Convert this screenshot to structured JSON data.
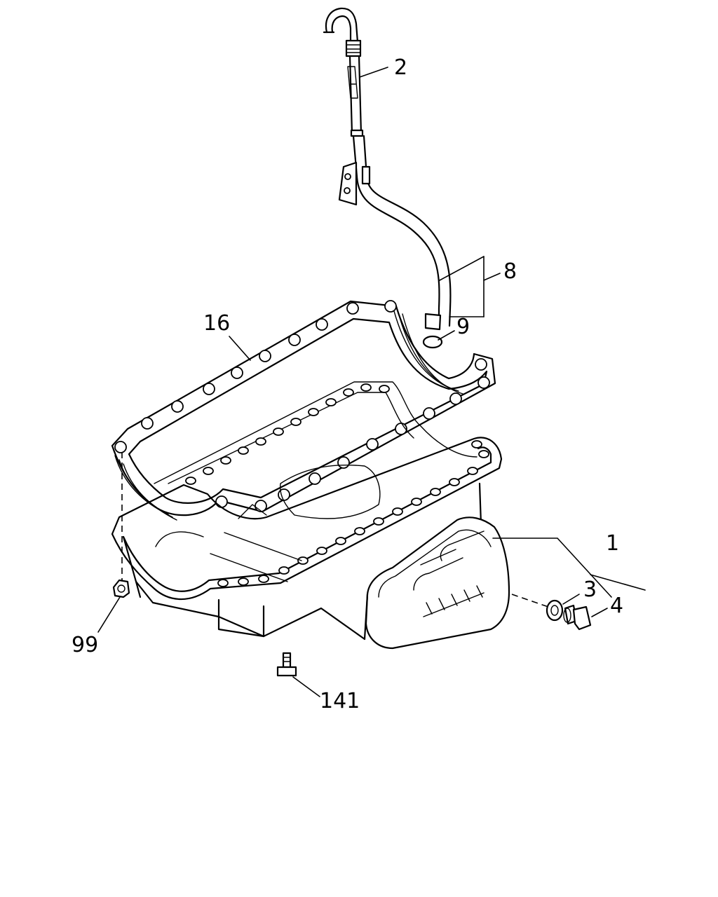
{
  "diagram": {
    "callouts": [
      {
        "id": "label-1",
        "text": "1",
        "part": "oil-pan"
      },
      {
        "id": "label-2",
        "text": "2",
        "part": "oil-level-gauge"
      },
      {
        "id": "label-3",
        "text": "3",
        "part": "drain-plug-gasket"
      },
      {
        "id": "label-4",
        "text": "4",
        "part": "drain-plug"
      },
      {
        "id": "label-8",
        "text": "8",
        "part": "gauge-guide-tube"
      },
      {
        "id": "label-9",
        "text": "9",
        "part": "o-ring"
      },
      {
        "id": "label-16",
        "text": "16",
        "part": "oil-pan-gasket"
      },
      {
        "id": "label-99",
        "text": "99",
        "part": "nut"
      },
      {
        "id": "label-141",
        "text": "141",
        "part": "bolt"
      }
    ]
  }
}
